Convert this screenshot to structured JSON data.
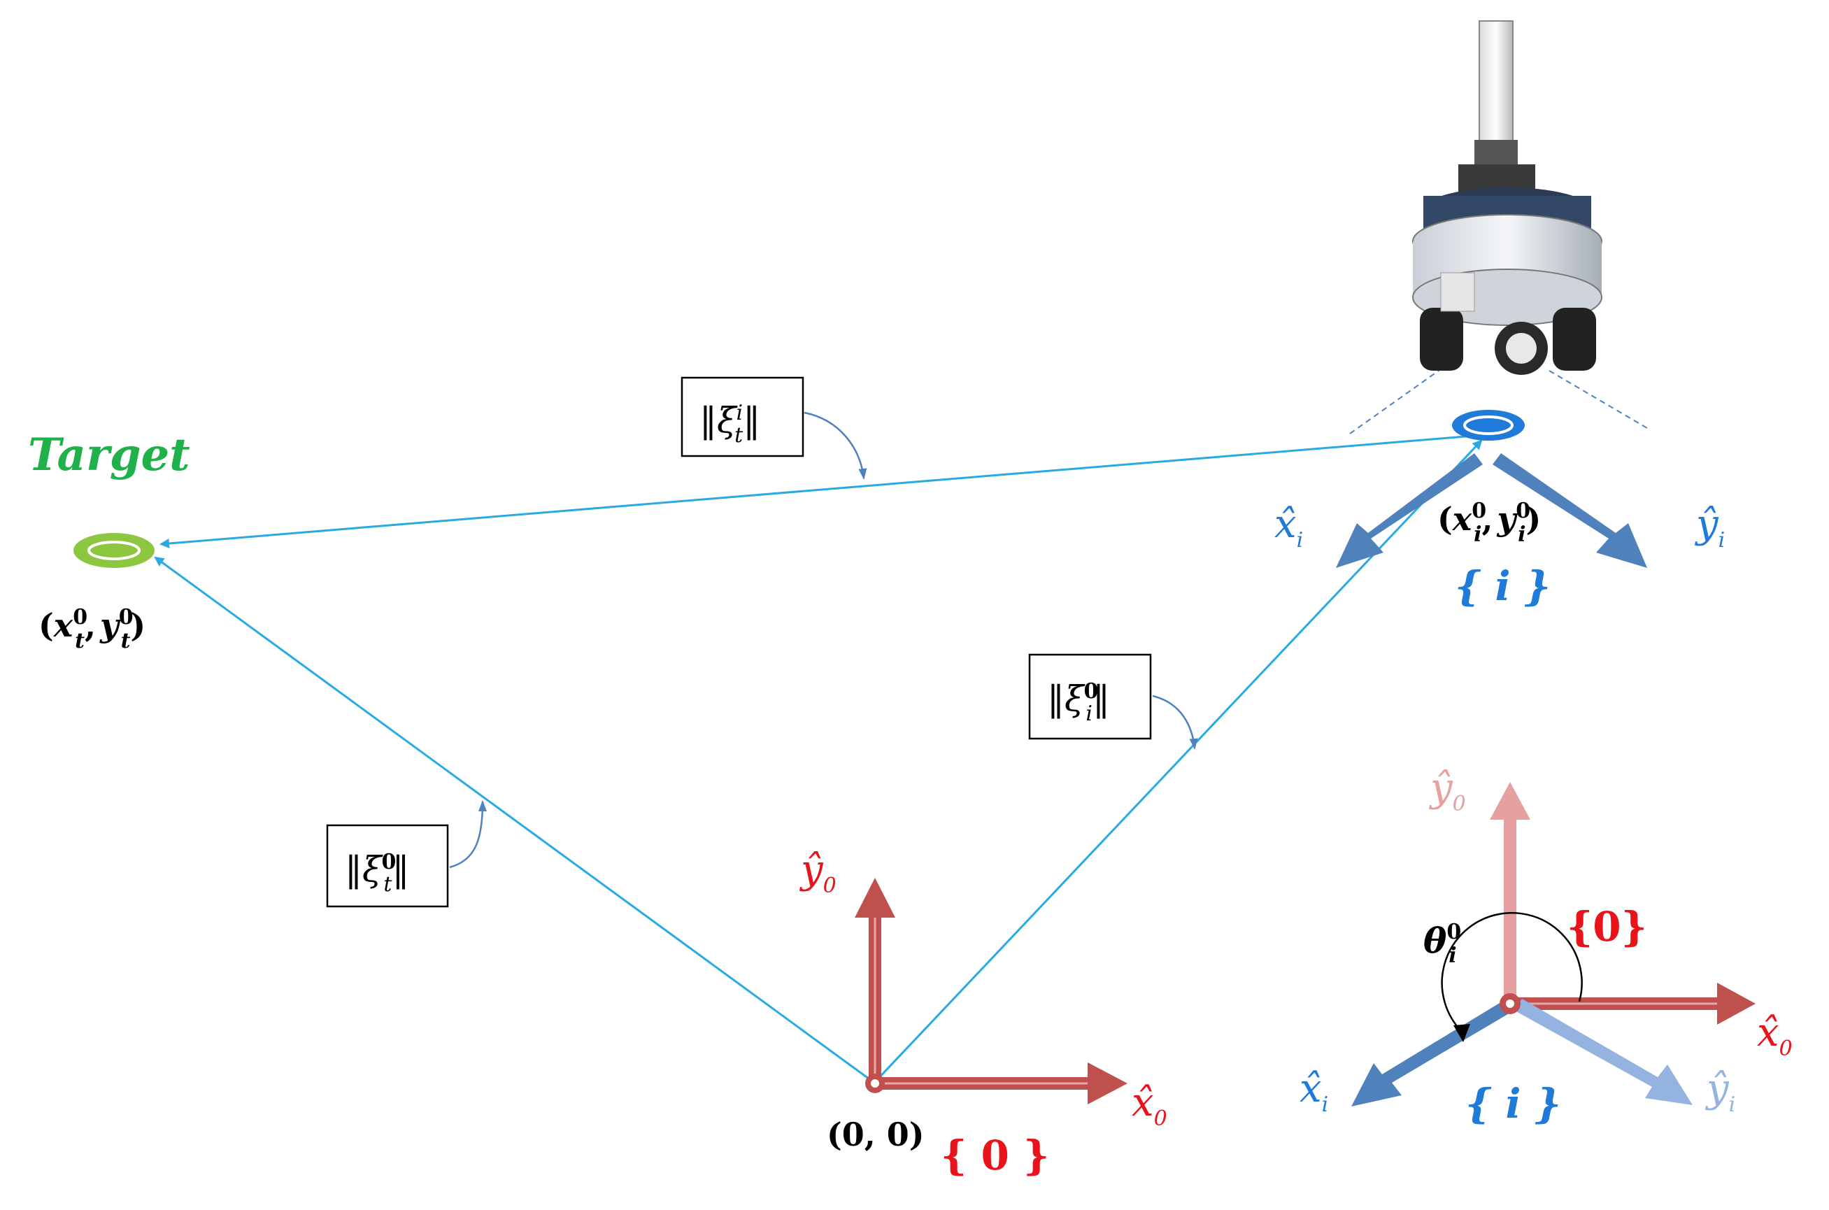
{
  "target": {
    "title": "Target",
    "point_coords": {
      "open": "(",
      "x": "x",
      "sep": ",",
      "y": "y",
      "sub": "t",
      "sup": "0",
      "close": ")"
    }
  },
  "robot": {
    "point_coords": {
      "open": "(",
      "x": "x",
      "sep": ",",
      "y": "y",
      "sub": "i",
      "sup": "0",
      "close": ")"
    },
    "frame_label": "{ i }",
    "axis_x": {
      "base": "x̂",
      "sub": "i"
    },
    "axis_y": {
      "base": "ŷ",
      "sub": "i"
    }
  },
  "world": {
    "origin_label": "(0, 0)",
    "frame_label": "{ 0 }",
    "axis_x": {
      "base": "x̂",
      "sub": "0"
    },
    "axis_y": {
      "base": "ŷ",
      "sub": "0"
    }
  },
  "norms": {
    "robot_to_target": {
      "open": "‖",
      "sym": "ξ",
      "sub": "t",
      "sup": "i",
      "close": "‖"
    },
    "origin_to_robot": {
      "open": "‖",
      "sym": "ξ",
      "sub": "i",
      "sup": "0",
      "close": "‖"
    },
    "origin_to_target": {
      "open": "‖",
      "sym": "ξ",
      "sub": "t",
      "sup": "0",
      "close": "‖"
    }
  },
  "inset": {
    "world_frame_label": "{0}",
    "robot_frame_label": "{ i }",
    "angle": {
      "sym": "θ",
      "sub": "i",
      "sup": "0"
    },
    "axis_x0": {
      "base": "x̂",
      "sub": "0"
    },
    "axis_y0": {
      "base": "ŷ",
      "sub": "0"
    },
    "axis_xi": {
      "base": "x̂",
      "sub": "i"
    },
    "axis_yi": {
      "base": "ŷ",
      "sub": "i"
    }
  },
  "colors": {
    "line": "#29aae1",
    "world_axis": "#c0504d",
    "world_label": "#e8141c",
    "robot_axis": "#4f81bd",
    "robot_label": "#1f7ad8",
    "target_green": "#21b14b",
    "target_ring": "#8dc63f",
    "inset_y0": "#e6a0a0",
    "inset_yi": "#95b3e0"
  }
}
